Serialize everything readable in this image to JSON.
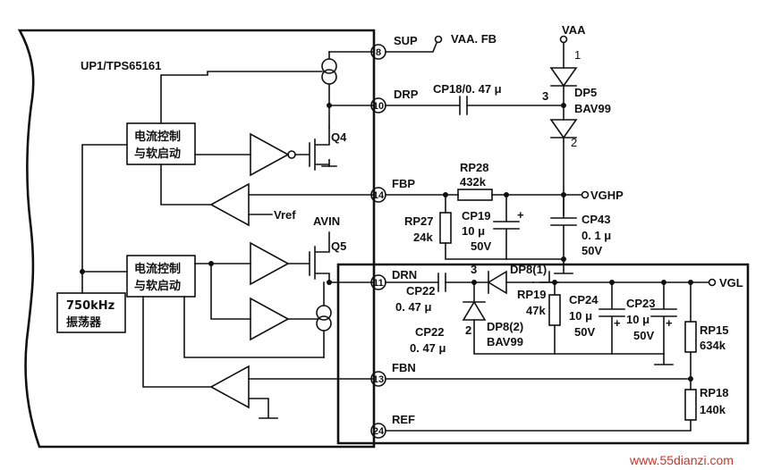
{
  "chip": {
    "name": "UP1/TPS65161"
  },
  "blocks": {
    "ctrl_top": [
      "电流控制",
      "与软启动"
    ],
    "ctrl_bottom": [
      "电流控制",
      "与软启动"
    ],
    "oscillator": [
      "750kHz",
      "振荡器"
    ]
  },
  "pins": [
    {
      "num": "8",
      "label": "SUP"
    },
    {
      "num": "10",
      "label": "DRP"
    },
    {
      "num": "14",
      "label": "FBP"
    },
    {
      "num": "11",
      "label": "DRN"
    },
    {
      "num": "13",
      "label": "FBN"
    },
    {
      "num": "24",
      "label": "REF"
    }
  ],
  "nets": {
    "vaa_fb": "VAA. FB",
    "vaa": "VAA",
    "vghp": "VGHP",
    "vgl": "VGL",
    "vref": "Vref",
    "avin": "AVIN"
  },
  "parts": {
    "q4": "Q4",
    "q5": "Q5",
    "cp18": "CP18/0. 47 μ",
    "dp5": [
      "DP5",
      "BAV99"
    ],
    "dp5_pins": [
      "1",
      "3",
      "2"
    ],
    "rp28": [
      "RP28",
      "432k"
    ],
    "rp27": [
      "RP27",
      "24k"
    ],
    "cp19": [
      "CP19",
      "10 μ",
      "50V"
    ],
    "cp43": [
      "CP43",
      "0. 1 μ",
      "50V"
    ],
    "cp22a": [
      "CP22",
      "0. 47 μ"
    ],
    "dp8_1": "DP8(1)",
    "dp8_pin3": "3",
    "rp19": [
      "RP19",
      "47k"
    ],
    "dp8_2": [
      "DP8(2)",
      "BAV99"
    ],
    "dp8_pin2": "2",
    "cp22b": [
      "CP22",
      "0. 47 μ"
    ],
    "cp24": [
      "CP24",
      "10 μ",
      "50V"
    ],
    "cp23": [
      "CP23",
      "10 μ",
      "50V"
    ],
    "rp15": [
      "RP15",
      "634k"
    ],
    "rp18": [
      "RP18",
      "140k"
    ]
  },
  "watermark": "www.55dianzi.com"
}
